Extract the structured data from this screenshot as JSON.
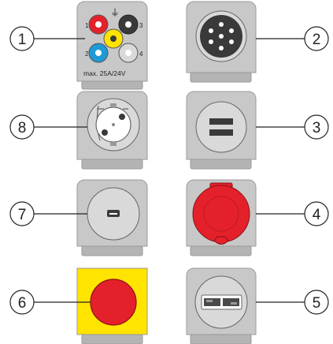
{
  "colors": {
    "panel": "#c8c8c8",
    "panel_stroke": "#9a9a9a",
    "base": "#b4b4b4",
    "red": "#e4212b",
    "blue": "#1e9ad6",
    "yellow": "#ffe400",
    "black": "#3a3a3a",
    "white": "#ffffff",
    "grey_socket": "#d9d9d9"
  },
  "callouts": [
    {
      "id": 1,
      "label": "1"
    },
    {
      "id": 2,
      "label": "2"
    },
    {
      "id": 3,
      "label": "3"
    },
    {
      "id": 4,
      "label": "4"
    },
    {
      "id": 5,
      "label": "5"
    },
    {
      "id": 6,
      "label": "6"
    },
    {
      "id": 7,
      "label": "7"
    },
    {
      "id": 8,
      "label": "8"
    }
  ],
  "panel1": {
    "jack_labels": [
      "1",
      "2",
      "3",
      "4"
    ],
    "ground_symbol": "⏚",
    "rating": "max. 25A/24V"
  },
  "icons": {
    "panel1": "banana-jacks-icon",
    "panel2": "seven-pin-socket-icon",
    "panel3": "twin-slot-socket-icon",
    "panel4": "cee-red-socket-icon",
    "panel5": "anderson-connector-icon",
    "panel6": "emergency-stop-icon",
    "panel7": "usb-socket-icon",
    "panel8": "schuko-socket-icon"
  }
}
